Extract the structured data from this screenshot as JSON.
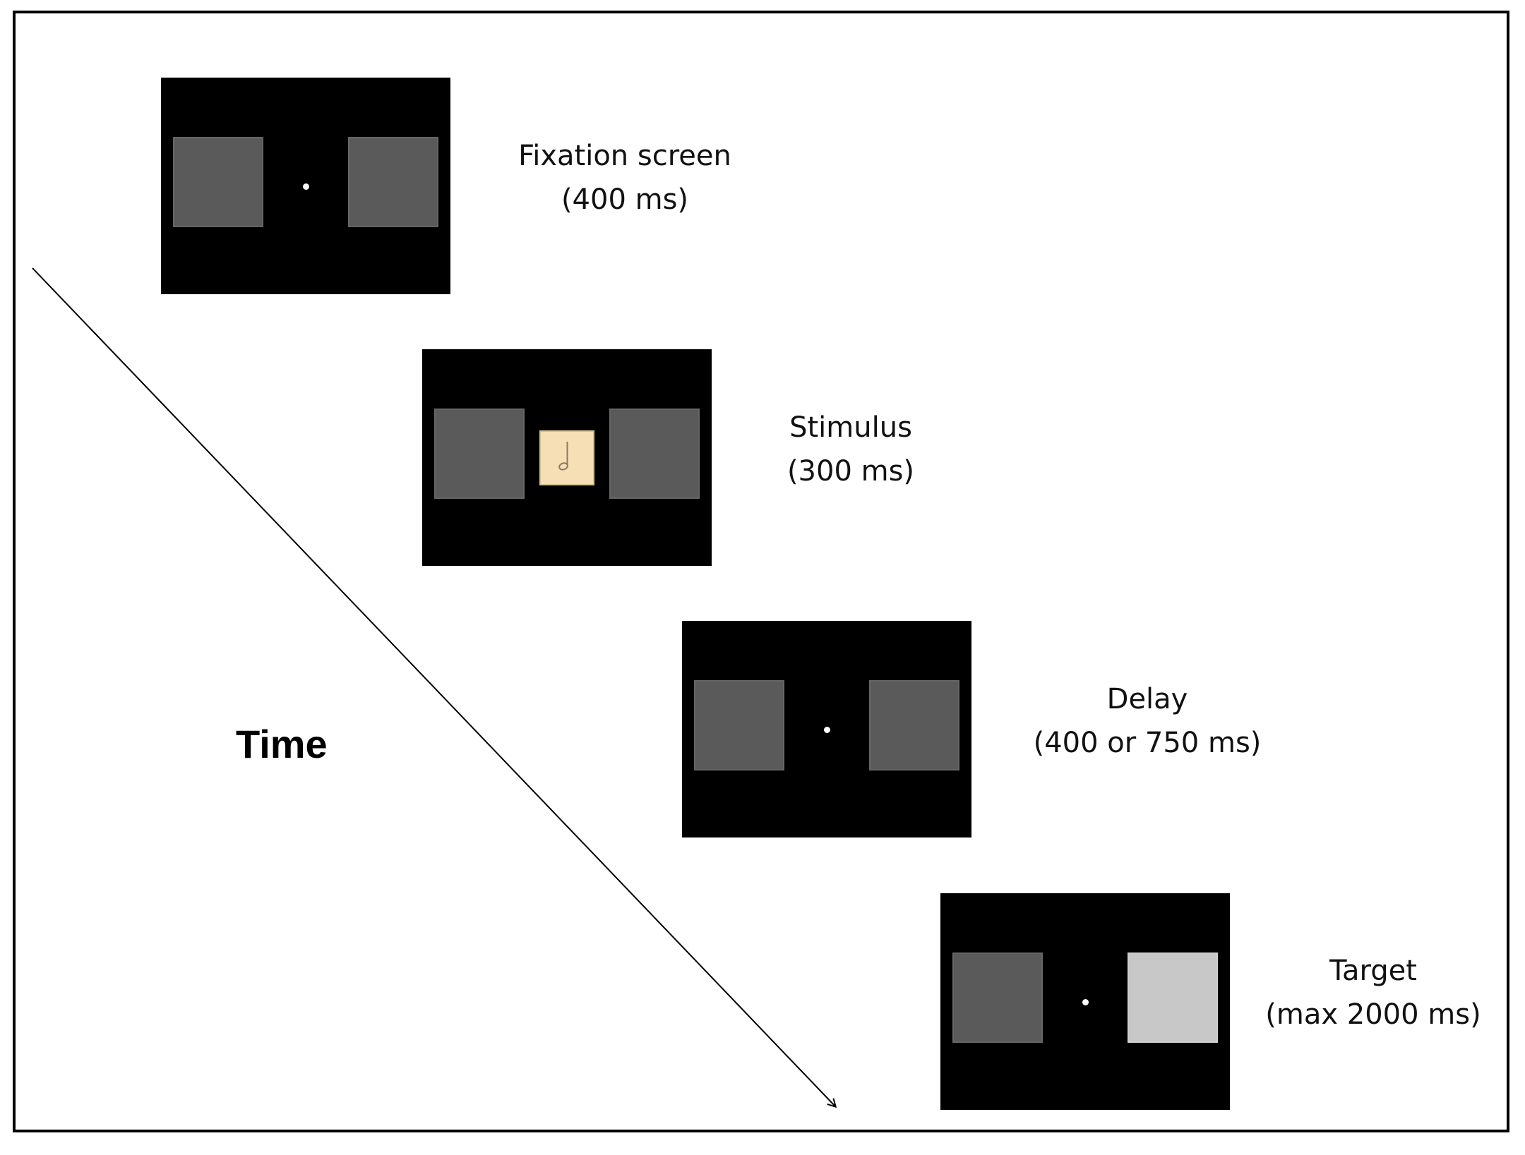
{
  "axis": {
    "label": "Time"
  },
  "phases": [
    {
      "name": "Fixation screen",
      "duration": "(400 ms)",
      "center": "dot",
      "lit_box": null
    },
    {
      "name": "Stimulus",
      "duration": "(300 ms)",
      "center": "stimulus",
      "lit_box": null
    },
    {
      "name": "Delay",
      "duration": "(400 or 750 ms)",
      "center": "dot",
      "lit_box": null
    },
    {
      "name": "Target",
      "duration": "(max 2000 ms)",
      "center": "dot",
      "lit_box": "right"
    }
  ],
  "stimulus": {
    "icon": "musical-note-icon"
  },
  "colors": {
    "screen_background": "#000000",
    "placeholder_box": "#5a5a5a",
    "target_box": "#c8c8c8",
    "stimulus_card": "#f6dfb5",
    "fixation_dot": "#ffffff"
  }
}
